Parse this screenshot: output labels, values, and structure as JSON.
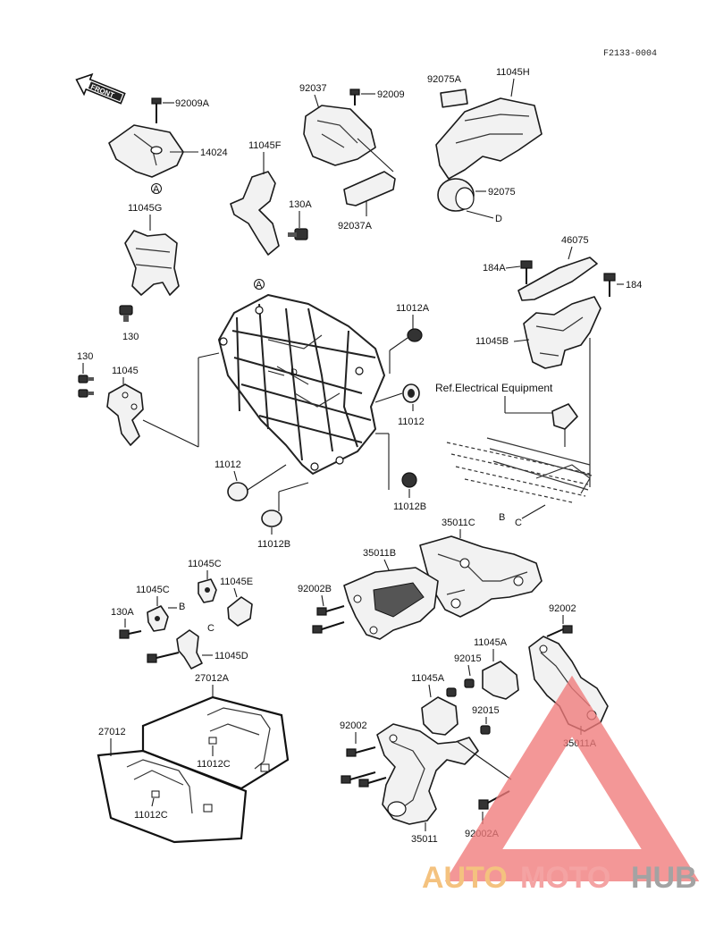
{
  "diagram": {
    "code": "F2133-0004",
    "front_label": "FRONT",
    "reference_note": "Ref.Electrical Equipment",
    "labels": {
      "p92009A": "92009A",
      "p14024": "14024",
      "pA1": "A",
      "p11045G": "11045G",
      "p130a": "130",
      "p92037": "92037",
      "p92009": "92009",
      "p11045F": "11045F",
      "p130A_top": "130A",
      "p92037A": "92037A",
      "p92075A": "92075A",
      "p11045H": "11045H",
      "p92075": "92075",
      "pD1": "D",
      "p46075": "46075",
      "p184A": "184A",
      "p184": "184",
      "p11045B": "11045B",
      "p11012A": "11012A",
      "pA2": "A",
      "pD2": "D",
      "p130b": "130",
      "p11045": "11045",
      "p11012_right": "11012",
      "p11012_left": "11012",
      "p11012B_right": "11012B",
      "p11012B_left": "11012B",
      "pB1": "B",
      "pC1": "C",
      "p35011C": "35011C",
      "p35011B": "35011B",
      "p92002B": "92002B",
      "p11045C_a": "11045C",
      "p11045C_b": "11045C",
      "p11045E": "11045E",
      "p130A_bot": "130A",
      "pB2": "B",
      "pC2": "C",
      "p11045D": "11045D",
      "p27012A": "27012A",
      "p27012": "27012",
      "p11012C_a": "11012C",
      "p11012C_b": "11012C",
      "p92002_right": "92002",
      "p11045A_a": "11045A",
      "p92015_a": "92015",
      "p11045A_b": "11045A",
      "p92015_b": "92015",
      "p92002_left": "92002",
      "p35011A": "35011A",
      "p35011": "35011",
      "p92002A": "92002A"
    },
    "watermark": {
      "text_a": "AUTO",
      "text_b": "MOTO",
      "text_c": "HUB",
      "color_a": "#f2b25c",
      "color_b": "#f28a8a",
      "color_c": "#8a8a8a",
      "triangle_color": "#f07a7a"
    }
  }
}
